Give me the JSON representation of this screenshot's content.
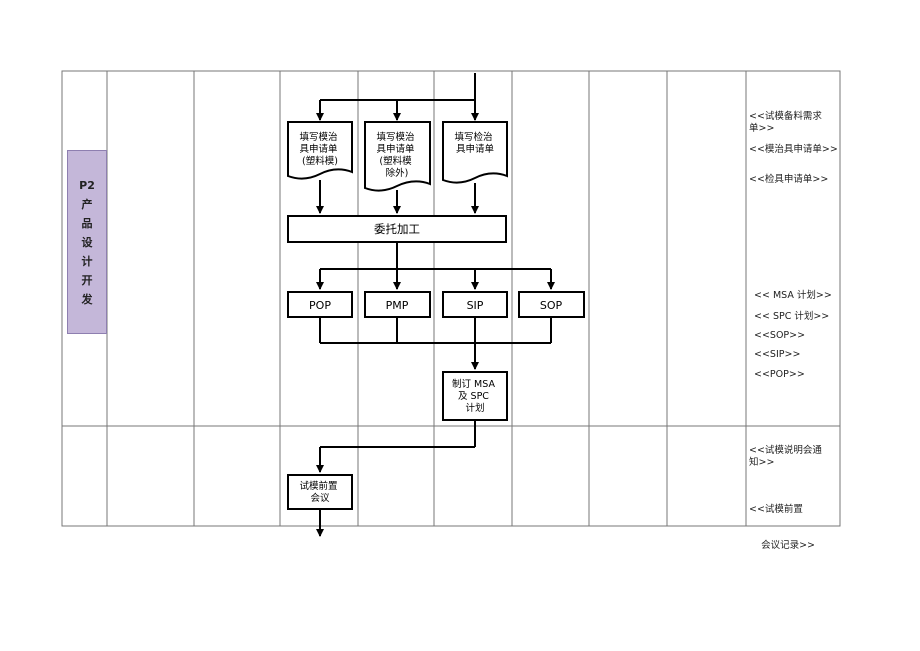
{
  "phase": {
    "code": "P2",
    "chars": [
      "产",
      "品",
      "设",
      "计",
      "开",
      "发"
    ]
  },
  "boxes": {
    "doc_plastic": [
      "填写模治",
      "具申请单",
      "(塑料模)"
    ],
    "doc_nonplastic": [
      "填写模治",
      "具申请单",
      "(塑料模",
      "除外)"
    ],
    "doc_gauge": [
      "填写检治",
      "具申请单"
    ],
    "outsourcing": "委托加工",
    "pop": "POP",
    "pmp": "PMP",
    "sip": "SIP",
    "sop": "SOP",
    "msa_spc": [
      "制订 MSA",
      "及 SPC",
      "计划"
    ],
    "pre_trial": [
      "试模前置",
      "会议"
    ]
  },
  "documents_row1": [
    [
      "<<试模备料需求",
      "单>>"
    ],
    [
      "<<模治具申请单>>"
    ],
    [
      "<<检具申请单>>"
    ],
    [
      "<< MSA 计划>>"
    ],
    [
      "<< SPC 计划>>"
    ],
    [
      "<<SOP>>"
    ],
    [
      "<<SIP>>"
    ],
    [
      "<<POP>>"
    ]
  ],
  "documents_row2": [
    [
      "<<试模说明会通",
      "知>>"
    ],
    [
      "<<试模前置",
      "    会议记录>>"
    ]
  ]
}
